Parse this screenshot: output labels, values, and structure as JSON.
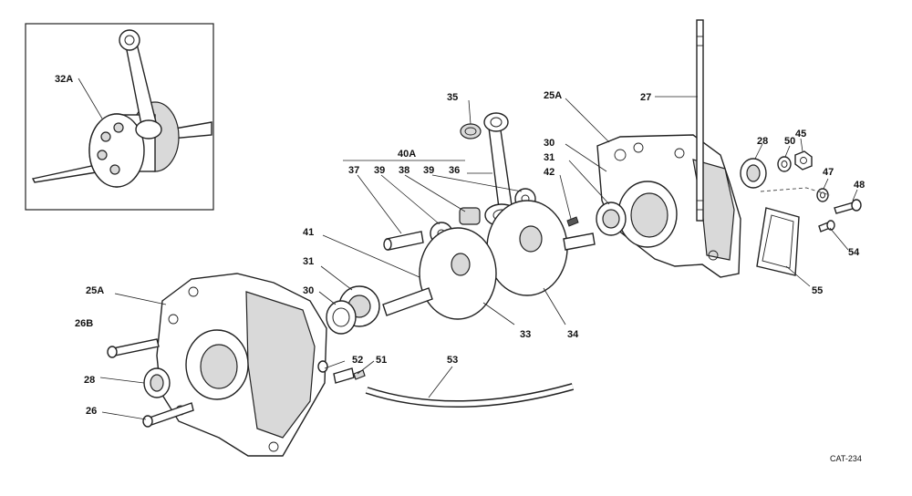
{
  "callouts": {
    "c32A": "32A",
    "c35": "35",
    "c25A_top": "25A",
    "c27": "27",
    "c40A": "40A",
    "c37": "37",
    "c39a": "39",
    "c38": "38",
    "c39b": "39",
    "c36": "36",
    "c30_top": "30",
    "c31_top": "31",
    "c42": "42",
    "c28_top": "28",
    "c50": "50",
    "c45": "45",
    "c47": "47",
    "c48": "48",
    "c54": "54",
    "c55": "55",
    "c41": "41",
    "c31_mid": "31",
    "c30_mid": "30",
    "c25A_left": "25A",
    "c26B": "26B",
    "c28_left": "28",
    "c26": "26",
    "c52": "52",
    "c51": "51",
    "c53": "53",
    "c33": "33",
    "c34": "34"
  },
  "catalog_code": "CAT-234"
}
